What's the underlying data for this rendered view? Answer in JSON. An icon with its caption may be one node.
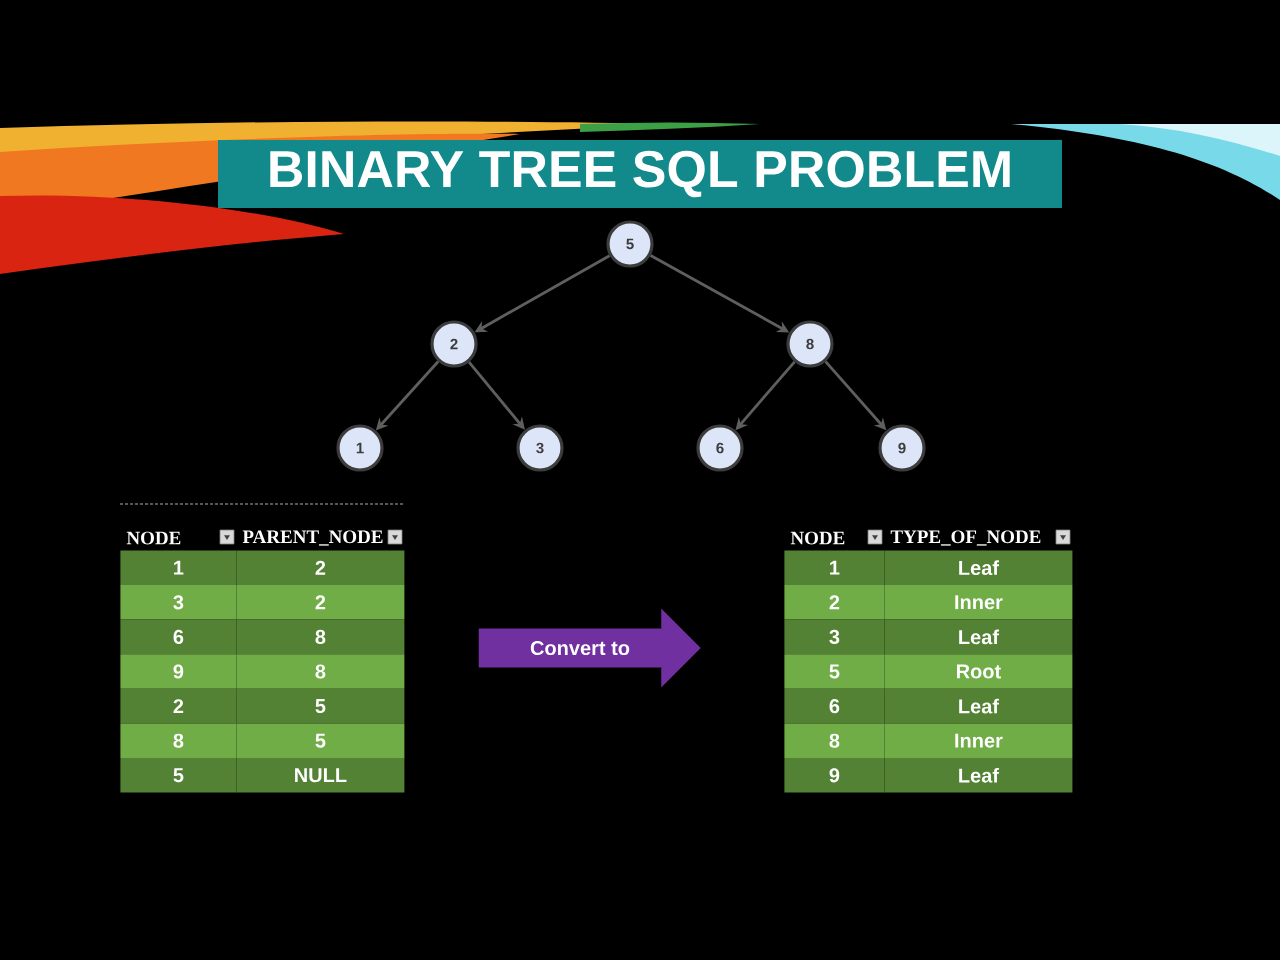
{
  "diagram": {
    "title": "BINARY TREE SQL PROBLEM",
    "nodes": [
      {
        "text": [
          "5"
        ]
      },
      {
        "text": [
          "2"
        ]
      },
      {
        "text": [
          "8"
        ]
      },
      {
        "text": [
          "1"
        ]
      },
      {
        "text": [
          "3"
        ]
      },
      {
        "text": [
          "6"
        ]
      },
      {
        "text": [
          "9"
        ]
      },
      {
        "text": [
          "Convert to"
        ]
      }
    ],
    "edges": [
      {
        "from": 0,
        "to": 1,
        "arrow": "to"
      },
      {
        "from": 0,
        "to": 2,
        "arrow": "to"
      },
      {
        "from": 1,
        "to": 3,
        "arrow": "to"
      },
      {
        "from": 1,
        "to": 4,
        "arrow": "to"
      },
      {
        "from": 2,
        "to": 5,
        "arrow": "to"
      },
      {
        "from": 2,
        "to": 6,
        "arrow": "to"
      }
    ],
    "labels": [
      "NODE",
      "PARENT_NODE",
      "1",
      "2",
      "3",
      "2",
      "6",
      "8",
      "9",
      "8",
      "2",
      "5",
      "8",
      "5",
      "5",
      "NULL",
      "NODE",
      "TYPE_OF_NODE",
      "1",
      "Leaf",
      "2",
      "Inner",
      "3",
      "Leaf",
      "5",
      "Root",
      "6",
      "Leaf",
      "8",
      "Inner",
      "9",
      "Leaf"
    ]
  }
}
